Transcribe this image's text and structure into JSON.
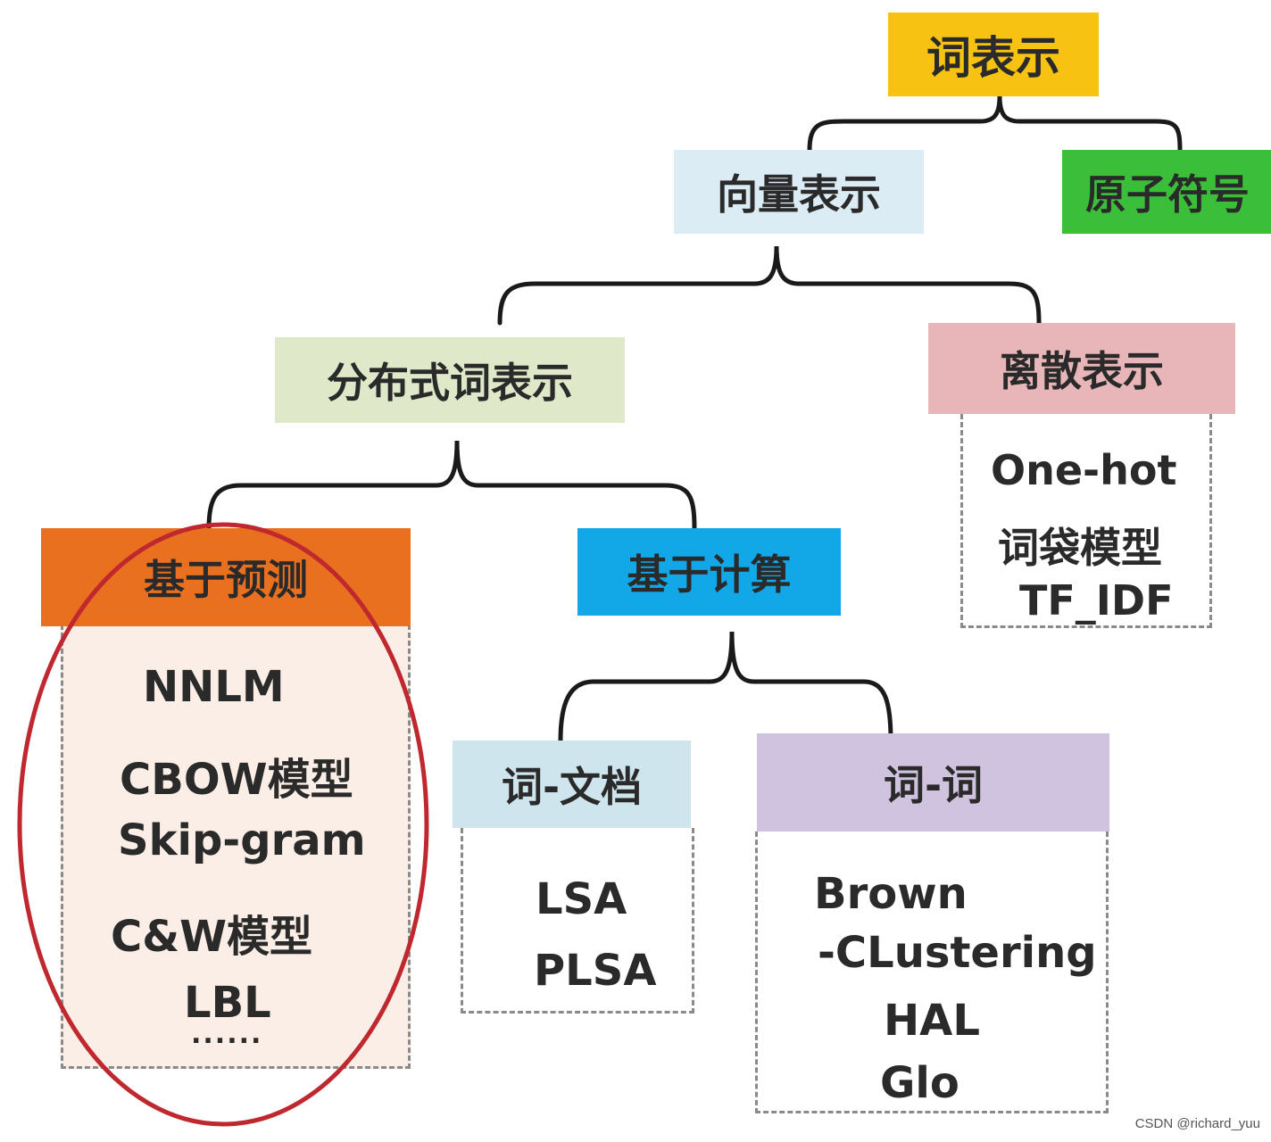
{
  "nodes": {
    "root": "词表示",
    "vector": "向量表示",
    "atomic": "原子符号",
    "distributed": "分布式词表示",
    "discrete": "离散表示",
    "prediction": "基于预测",
    "counting": "基于计算",
    "word_doc": "词-文档",
    "word_word": "词-词"
  },
  "lists": {
    "discrete": [
      "One-hot",
      "词袋模型",
      "TF_IDF"
    ],
    "prediction": [
      "NNLM",
      "CBOW模型",
      "Skip-gram",
      "C&W模型",
      "LBL",
      "......"
    ],
    "word_doc": [
      "LSA",
      "PLSA"
    ],
    "word_word": [
      "Brown",
      "-CLustering",
      "HAL",
      "Glo"
    ]
  },
  "colors": {
    "root": "#f7c211",
    "vector": "#dcecf5",
    "atomic": "#3bbf3b",
    "distributed": "#dfe9c9",
    "discrete": "#e8b6b8",
    "prediction": "#e8701f",
    "counting": "#12a7e6",
    "word_doc": "#cfe5ee",
    "word_word": "#cfc3df",
    "highlight_ellipse": "#c0282f"
  },
  "watermark": "CSDN @richard_yuu"
}
